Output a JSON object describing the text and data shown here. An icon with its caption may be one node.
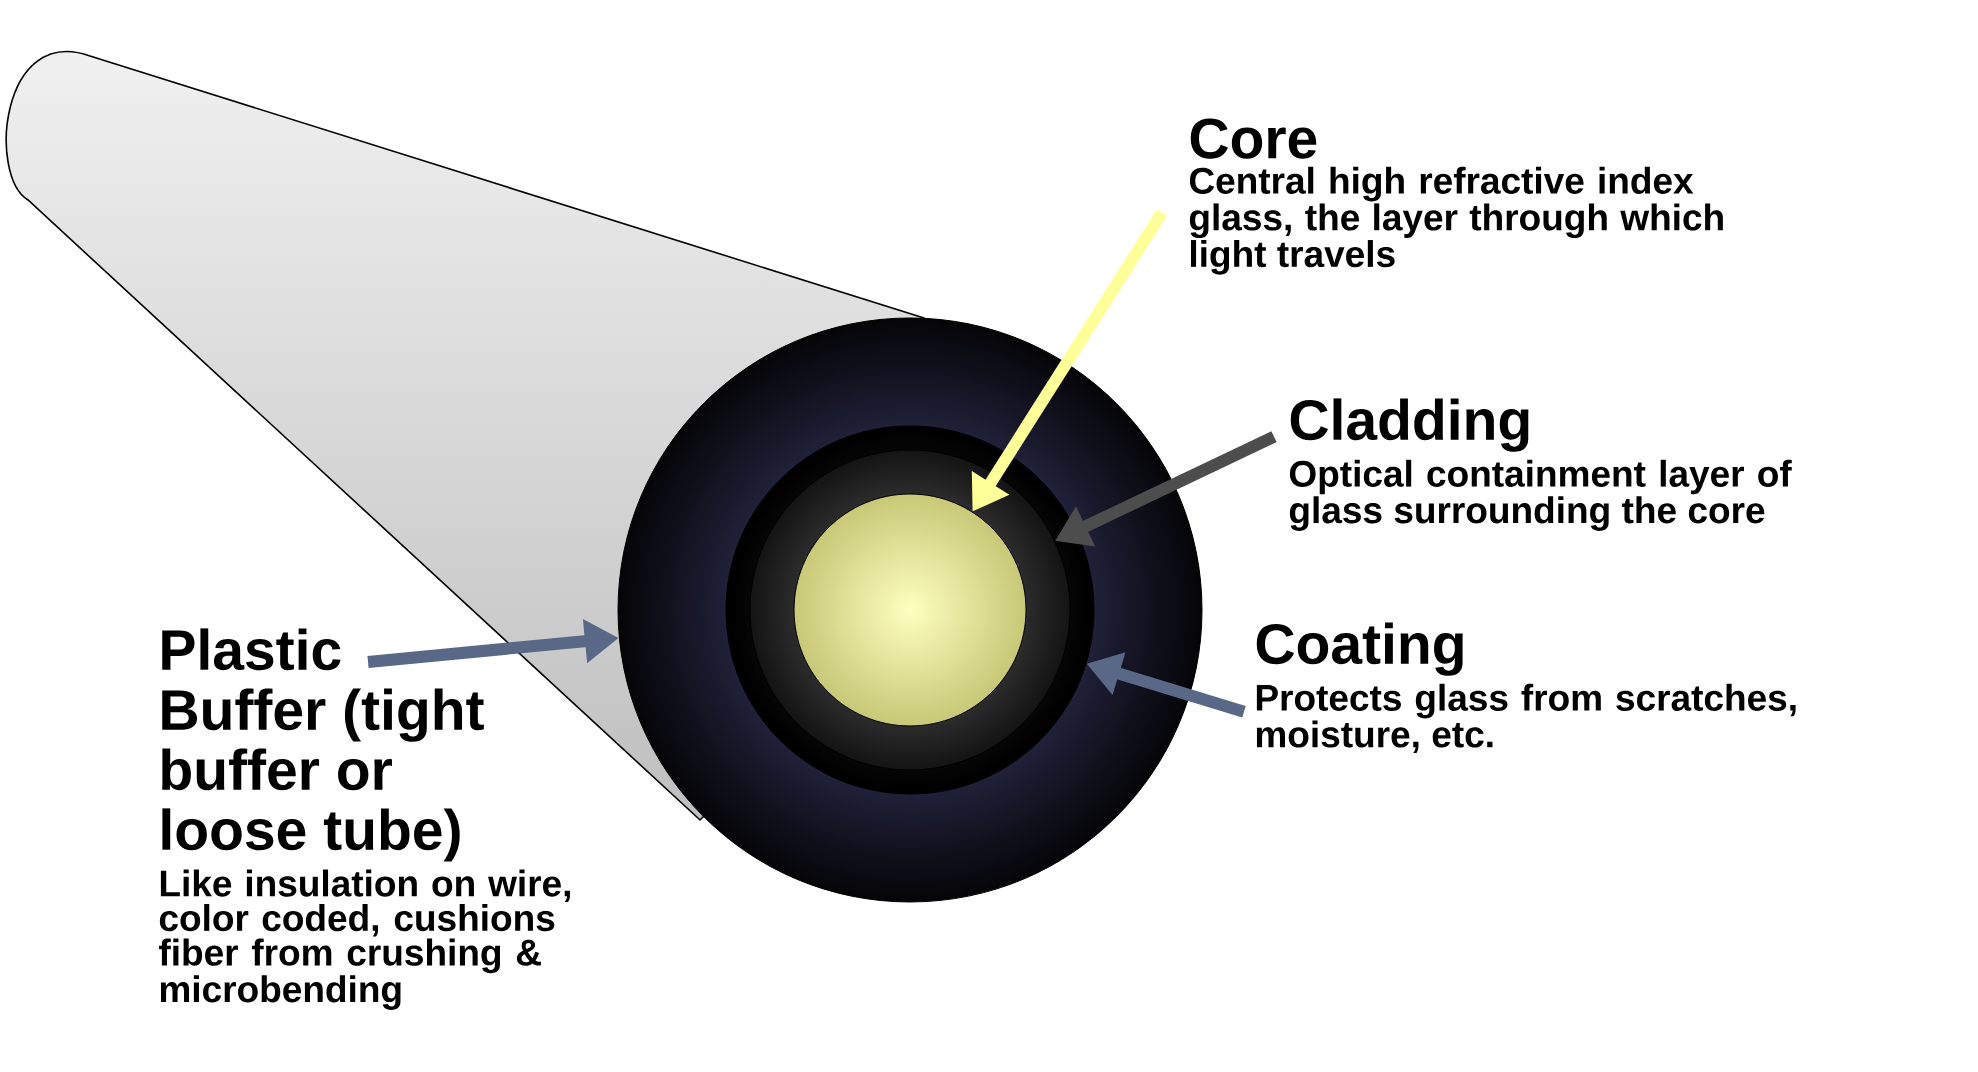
{
  "diagram": {
    "nodes": [
      {
        "text": [
          "Core",
          "Central high refractive index glass, the layer through which light travels"
        ]
      },
      {
        "text": [
          "Cladding",
          "Optical containment layer of glass surrounding the core"
        ]
      },
      {
        "text": [
          "Coating",
          "Protects glass from scratches, moisture, etc."
        ]
      },
      {
        "text": [
          "Plastic Buffer (tight buffer or loose tube)",
          "Like insulation on wire, color coded, cushions fiber from crushing & microbending"
        ]
      },
      {
        "text": [],
        "shape": "circle"
      },
      {
        "text": [],
        "shape": "circle",
        "in": 4
      },
      {
        "text": [],
        "shape": "circle",
        "in": 5
      },
      {
        "text": [],
        "shape": "circle",
        "in": 6
      }
    ],
    "edges": [
      {
        "from": 0,
        "to": 7,
        "arrow": "to",
        "color": "#ffff99"
      },
      {
        "from": 1,
        "to": 6,
        "arrow": "to",
        "color": "#4d4d4d"
      },
      {
        "from": 2,
        "to": 5,
        "arrow": "to",
        "color": "#5a6888"
      },
      {
        "from": 3,
        "to": 4,
        "arrow": "to",
        "color": "#5a6888"
      }
    ]
  }
}
